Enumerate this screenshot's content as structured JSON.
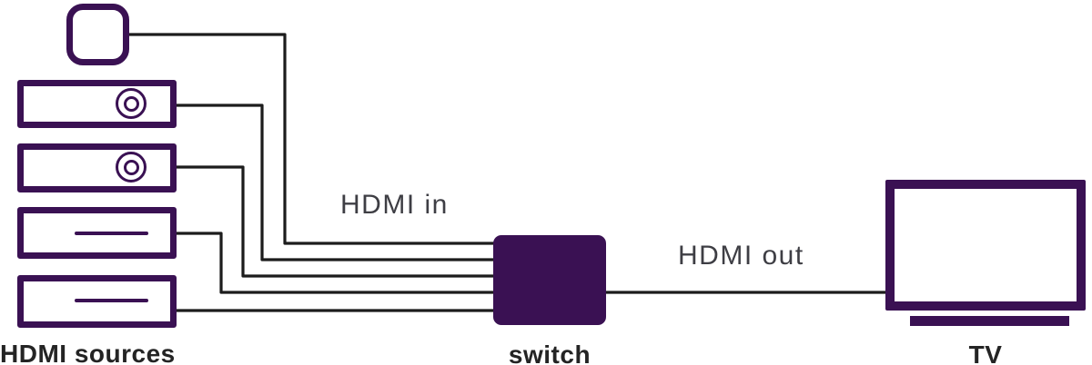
{
  "diagram": {
    "labels": {
      "hdmi_in": "HDMI in",
      "hdmi_out": "HDMI out",
      "sources_caption": "HDMI sources",
      "switch_caption": "switch",
      "tv_caption": "TV"
    },
    "nodes": {
      "sources": [
        {
          "icon": "streaming-box-icon",
          "type": "streaming box"
        },
        {
          "icon": "disc-player-icon",
          "type": "disc player"
        },
        {
          "icon": "disc-player-icon",
          "type": "disc player"
        },
        {
          "icon": "media-player-icon",
          "type": "media player"
        },
        {
          "icon": "media-player-icon",
          "type": "media player"
        }
      ],
      "switch": {
        "icon": "switch-box",
        "inputs": 5,
        "outputs": 1
      },
      "display": {
        "icon": "tv-icon"
      }
    },
    "colors": {
      "purple": "#3A1153",
      "cable": "#1C1C1C",
      "label_gray": "#3E3E44",
      "caption_dark": "#242424",
      "background": "#FFFFFF"
    }
  }
}
